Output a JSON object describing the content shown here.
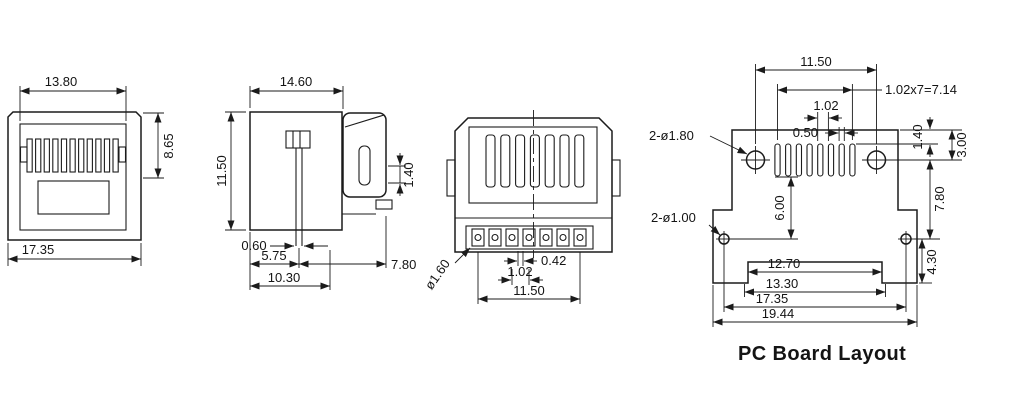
{
  "drawing": {
    "front_view": {
      "dim_width_top": "13.80",
      "dim_height": "8.65",
      "dim_width_bottom": "17.35"
    },
    "side_view": {
      "dim_depth_top": "14.60",
      "dim_height": "11.50",
      "dim_tab": "1.40",
      "dim_pin_thickness": "0.60",
      "dim_pin_offset": "5.75",
      "dim_pin_to_front": "7.80",
      "dim_depth_bottom": "10.30"
    },
    "pin_view": {
      "dim_pin_dia": "ø1.60",
      "dim_pad_gap": "0.42",
      "dim_pin_pitch": "1.02",
      "dim_row_span": "11.50"
    },
    "board_layout": {
      "title": "PC Board Layout",
      "dim_mount_hole_span": "11.50",
      "dim_pad_pitch_total": "1.02x7=7.14",
      "dim_pad_pitch": "1.02",
      "dim_pad_width": "0.50",
      "dim_pad_top_offset": "1.40",
      "dim_mount_hole_top_offset": "3.00",
      "callout_mount_holes": "2-ø1.80",
      "dim_row_spacing_right": "7.80",
      "dim_row_spacing_left": "6.00",
      "callout_peg_holes": "2-ø1.00",
      "dim_ear_height": "4.30",
      "dim_recess_width": "12.70",
      "dim_inner_width": "13.30",
      "dim_peg_hole_span": "17.35",
      "dim_total_width": "19.44"
    }
  }
}
